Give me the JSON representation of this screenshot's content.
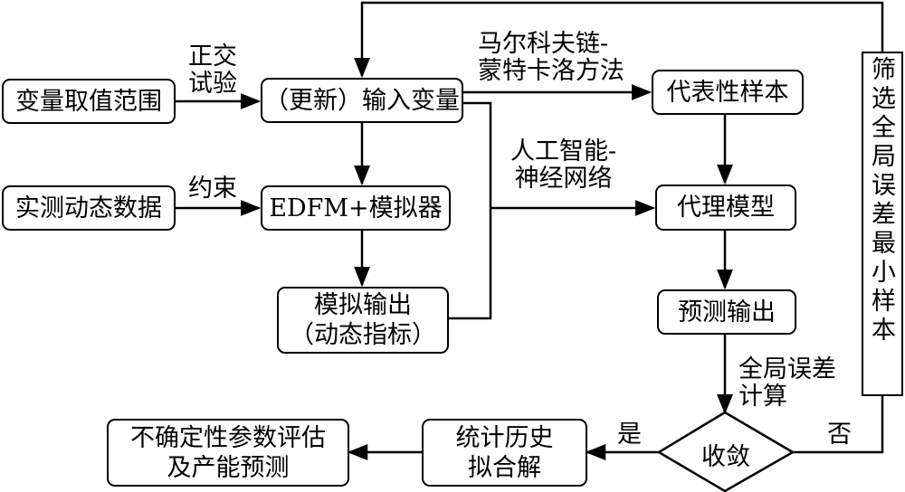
{
  "boxes": {
    "var_range": "变量取值范围",
    "update_input": "（更新）输入变量",
    "measured": "实测动态数据",
    "edfm": "EDFM+模拟器",
    "sim_output": "模拟输出\n（动态指标）",
    "rep_samples": "代表性样本",
    "proxy": "代理模型",
    "predict": "预测输出",
    "history_fit": "统计历史\n拟合解",
    "uncertainty": "不确定性参数评估\n及产能预测",
    "screen": "筛选全局误差最小样本"
  },
  "decision": {
    "label": "收敛"
  },
  "labels": {
    "orthogonal": "正交\n试验",
    "constraint": "约束",
    "mcmc": "马尔科夫链-\n蒙特卡洛方法",
    "ai_nn": "人工智能-\n神经网络",
    "global_error": "全局误差\n计算",
    "yes": "是",
    "no": "否"
  }
}
